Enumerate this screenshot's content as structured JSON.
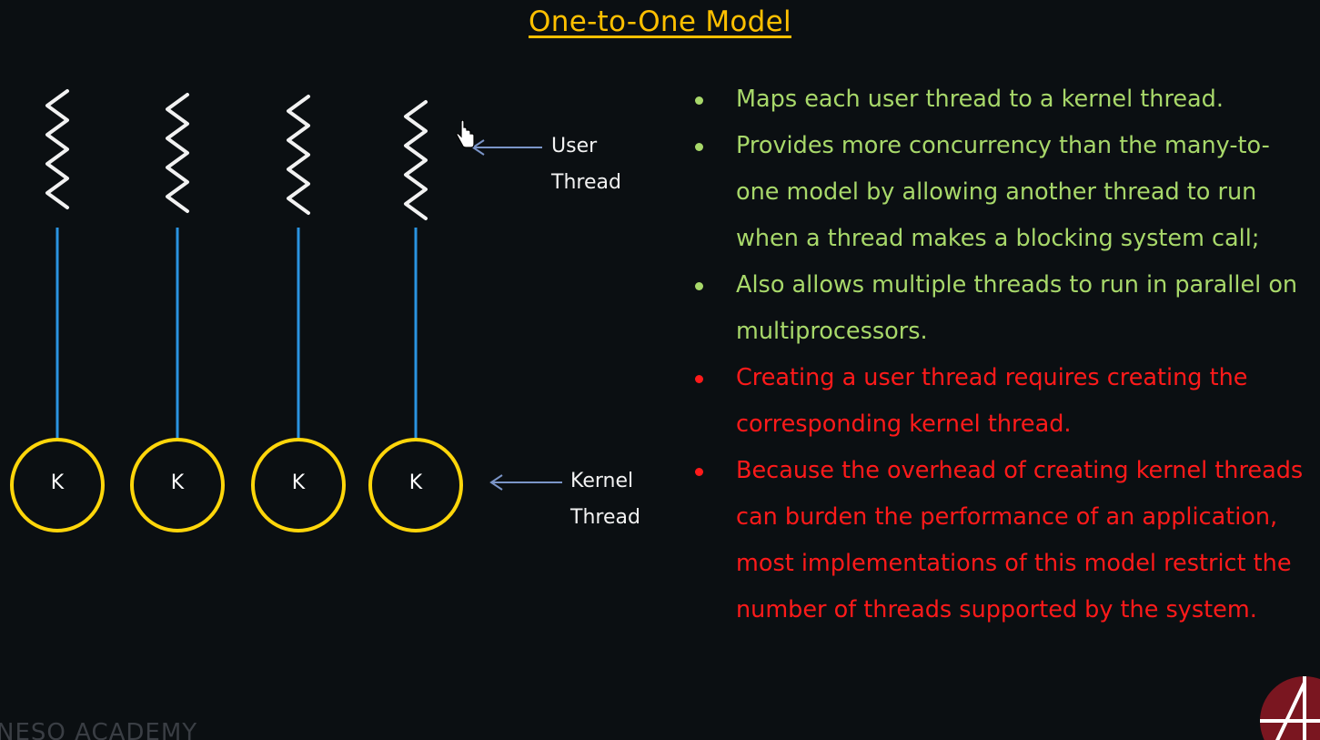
{
  "title": "One-to-One Model",
  "diagram": {
    "user_label_line1": "User",
    "user_label_line2": "Thread",
    "kernel_label_line1": "Kernel",
    "kernel_label_line2": "Thread",
    "kernel_letter": "K",
    "thread_count": 4,
    "colors": {
      "user_thread": "#f2f2f2",
      "connector": "#2a93e0",
      "kernel_circle": "#ffd60a",
      "arrow": "#7b95c8"
    }
  },
  "bullets": [
    {
      "text": "Maps each user thread to a kernel thread.",
      "color": "green"
    },
    {
      "text": "Provides more concurrency than the many-to-one model by allowing another thread to run when a thread makes a blocking system call;",
      "color": "green"
    },
    {
      "text": "Also allows multiple threads to run in parallel on multiprocessors.",
      "color": "green"
    },
    {
      "text": "Creating a user thread requires creating the corresponding kernel thread.",
      "color": "red"
    },
    {
      "text": "Because the overhead of creating kernel threads can burden the performance of an application, most implementations of this model restrict the number of threads supported by the system.",
      "color": "red"
    }
  ],
  "watermark": "NESO ACADEMY",
  "colors": {
    "title": "#ffc000",
    "green_text": "#a8d86a",
    "red_text": "#ff1a1a",
    "background": "#0b0f12"
  },
  "icons": [
    "hand-cursor-icon",
    "neso-logo-icon"
  ]
}
